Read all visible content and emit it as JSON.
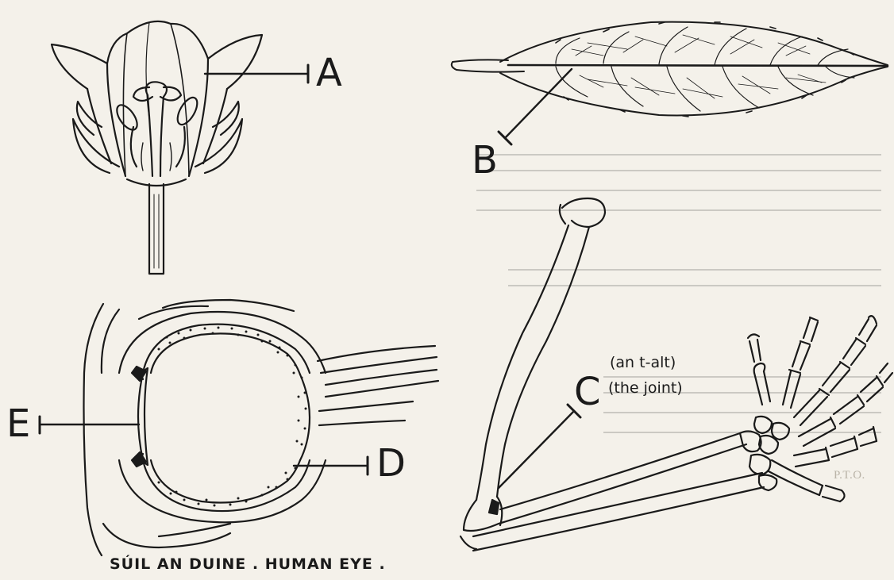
{
  "labels": {
    "a": "A",
    "b": "B",
    "c": "C",
    "d": "D",
    "e": "E"
  },
  "annotations": {
    "c_irish": "(an t-alt)",
    "c_english": "(the joint)"
  },
  "captions": {
    "eye": "SÚIL AN DUINE . HUMAN EYE ."
  },
  "bleed_through": {
    "pto": "P.T.O."
  }
}
